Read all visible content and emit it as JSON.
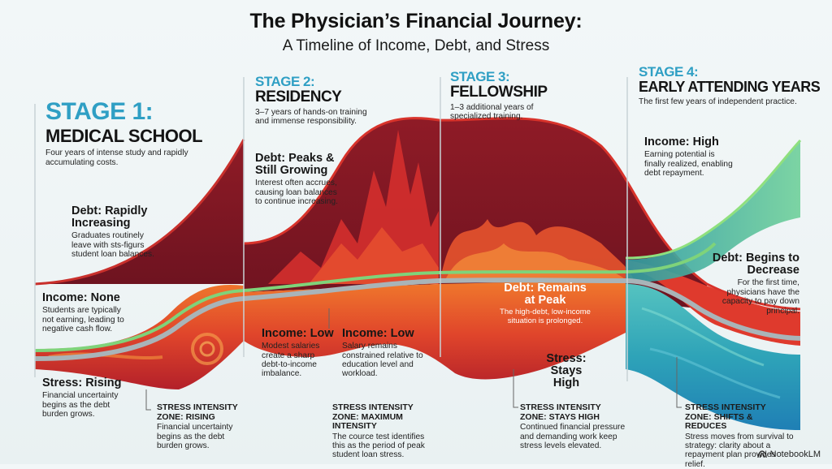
{
  "header": {
    "title": "The Physician’s Financial Journey:",
    "subtitle": "A Timeline of Income, Debt, and Stress"
  },
  "colors": {
    "stage_label": "#2f9fc4",
    "debt_dark": "#8c1a24",
    "debt_red": "#d8332b",
    "stress_orange": "#ef6a2a",
    "income_green": "#7fd37a",
    "income_gray": "#a9b4b8",
    "teal": "#2aa6a6",
    "blue_wave": "#2a8fc0"
  },
  "stages": [
    {
      "label": "STAGE 1:",
      "name": "MEDICAL SCHOOL",
      "description": "Four years of intense study and rapidly accumulating costs.",
      "debt": {
        "heading": "Debt: Rapidly Increasing",
        "text": "Graduates routinely leave with sts-figurs student loan balances."
      },
      "income": {
        "heading": "Income: None",
        "text": "Students are typically not earning, leading to negative cash flow."
      },
      "stress": {
        "heading": "Stress: Rising",
        "text": "Financial uncertainty begins as the debt burden grows."
      },
      "zone": {
        "heading": "STRESS INTENSITY ZONE: RISING",
        "text": "Financial uncertainty begins as the debt burden grows."
      }
    },
    {
      "label": "STAGE 2:",
      "name": "RESIDENCY",
      "description": "3–7 years of hands-on training and immense responsibility.",
      "debt": {
        "heading": "Debt: Peaks & Still Growing",
        "text": "Interest often accrues, causing loan balances to continue increasing."
      },
      "income": {
        "heading": "Income: Low",
        "text": "Modest salaries create a sharp debt-to-income imbalance."
      },
      "income2": {
        "heading": "Income: Low",
        "text": "Salary remains constrained relative to education level and workload."
      },
      "zone": {
        "heading": "STRESS INTENSITY ZONE: MAXIMUM INTENSITY",
        "text": "The cource test identifies this as the period of peak student loan stress."
      }
    },
    {
      "label": "STAGE 3:",
      "name": "FELLOWSHIP",
      "description": "1–3 additional years of specialized training.",
      "debt": {
        "heading": "Debt: Remains at Peak",
        "text": "The high-debt, low-income situation is prolonged."
      },
      "stress": {
        "heading": "Stress: Stays High"
      },
      "zone": {
        "heading": "STRESS INTENSITY ZONE: STAYS HIGH",
        "text": "Continued financial pressure and demanding work keep stress levels elevated."
      }
    },
    {
      "label": "STAGE 4:",
      "name": "EARLY ATTENDING YEARS",
      "description": "The first few years of independent practice.",
      "income": {
        "heading": "Income: High",
        "text": "Earning potential is finally realized, enabling debt repayment."
      },
      "debt": {
        "heading": "Debt: Begins to Decrease",
        "text": "For the first time, physicians have the capacity to pay down principal."
      },
      "zone": {
        "heading": "STRESS INTENSITY ZONE: SHIFTS & REDUCES",
        "text": "Stress moves from survival to strategy: clarity about a repayment plan provides relief."
      }
    }
  ],
  "branding": {
    "icon": "notebooklm-icon",
    "label": "NotebookLM"
  }
}
